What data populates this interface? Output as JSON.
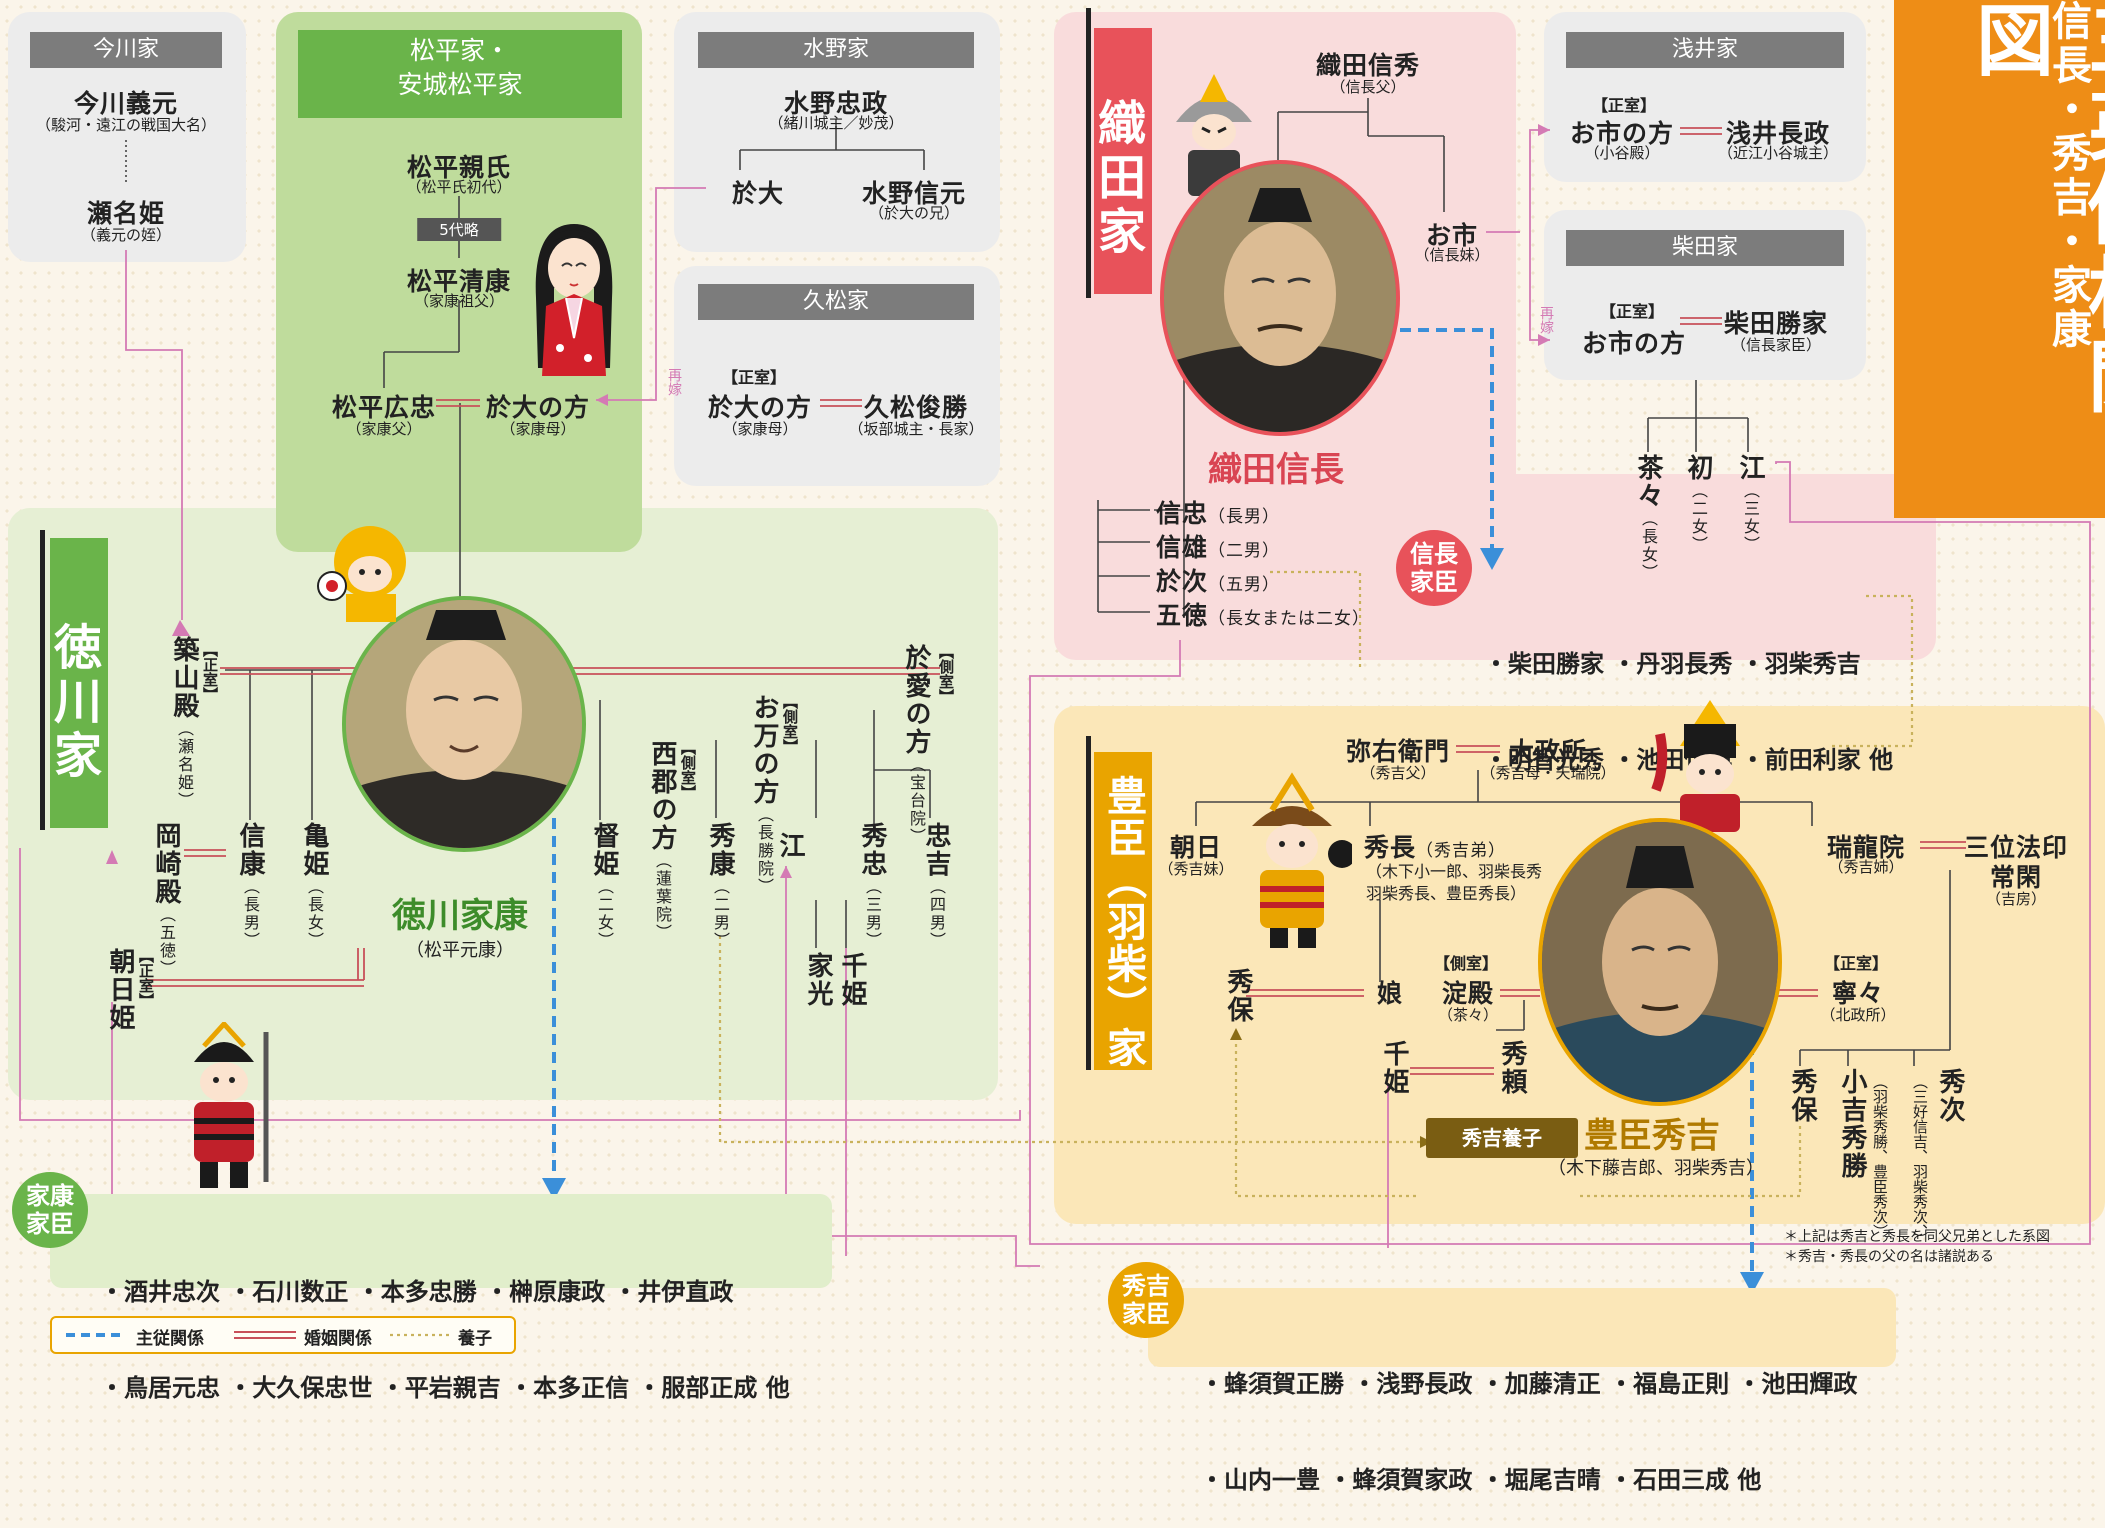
{
  "title": {
    "main": "三英傑相関図",
    "sub": "信長・秀吉・家康"
  },
  "imagawa": {
    "header": "今川家",
    "yoshimoto": "今川義元",
    "yoshimoto_note": "（駿河・遠江の戦国大名）",
    "sena": "瀬名姫",
    "sena_note": "（義元の姪）"
  },
  "matsudaira": {
    "header_l1": "松平家・",
    "header_l2": "安城松平家",
    "chikauji": "松平親氏",
    "chikauji_note": "（松平氏初代）",
    "gen": "5代略",
    "kiyoyasu": "松平清康",
    "kiyoyasu_note": "（家康祖父）",
    "hirotada": "松平広忠",
    "hirotada_note": "（家康父）",
    "odai": "於大の方",
    "odai_note": "（家康母）"
  },
  "mizuno": {
    "header": "水野家",
    "tadamasa": "水野忠政",
    "tadamasa_note": "（緒川城主／妙茂）",
    "odai": "於大",
    "nobumoto": "水野信元",
    "nobumoto_note": "（於大の兄）"
  },
  "hisamatsu": {
    "header": "久松家",
    "seishitsu": "【正室】",
    "odai": "於大の方",
    "odai_note": "（家康母）",
    "toshikatsu": "久松俊勝",
    "toshikatsu_note": "（坂部城主・長家）",
    "saika": "再嫁"
  },
  "tokugawa": {
    "banner": "徳川家",
    "name": "徳川家康",
    "name_sub": "（松平元康）",
    "tsukiyama": "築山殿",
    "tsukiyama_note": "（瀬名姫）",
    "tsukiyama_tag": "【正室】",
    "nobuyasu": "信康",
    "nobuyasu_note": "（長男）",
    "okazaki": "岡崎殿",
    "okazaki_note": "（五徳）",
    "kamehime": "亀姫",
    "kamehime_note": "（長女）",
    "asahi": "朝日姫",
    "asahi_tag": "【正室】",
    "tokuhime": "督姫",
    "tokuhime_note": "（二女）",
    "nishigori": "西郡の方",
    "nishigori_note": "（蓮葉院）",
    "nishigori_tag": "【側室】",
    "hideyasu": "秀康",
    "hideyasu_note": "（二男）",
    "omanno": "お万の方",
    "omanno_note": "（長勝院）",
    "omanno_tag": "【側室】",
    "go": "江",
    "hidetada": "秀忠",
    "hidetada_note": "（三男）",
    "iemitsu": "家光",
    "senhime": "千姫",
    "oai": "於愛の方",
    "oai_note": "（宝台院）",
    "oai_tag": "【側室】",
    "tadayoshi": "忠吉",
    "tadayoshi_note": "（四男）"
  },
  "oda": {
    "banner": "織田家",
    "name": "織田信長",
    "nobuhide": "織田信秀",
    "nobuhide_note": "（信長父）",
    "oichi": "お市",
    "oichi_note": "（信長妹）",
    "children": [
      {
        "name": "信忠",
        "note": "（長男）"
      },
      {
        "name": "信雄",
        "note": "（二男）"
      },
      {
        "name": "於次",
        "note": "（五男）"
      },
      {
        "name": "五徳",
        "note": "（長女または二女）"
      }
    ]
  },
  "azai": {
    "header": "浅井家",
    "seishitsu": "【正室】",
    "oichi": "お市の方",
    "oichi_note": "（小谷殿）",
    "nagamasa": "浅井長政",
    "nagamasa_note": "（近江小谷城主）",
    "saika": "再嫁"
  },
  "shibata": {
    "header": "柴田家",
    "seishitsu": "【正室】",
    "oichi": "お市の方",
    "katsuie": "柴田勝家",
    "katsuie_note": "（信長家臣）",
    "chacha": "茶々",
    "chacha_note": "（長女）",
    "hatsu": "初",
    "hatsu_note": "（二女）",
    "go": "江",
    "go_note": "（三女）"
  },
  "toyotomi": {
    "banner": "豊臣（羽柴）家",
    "name": "豊臣秀吉",
    "name_sub": "（木下藤吉郎、羽柴秀吉）",
    "yaemon": "弥右衛門",
    "yaemon_note": "（秀吉父）",
    "omandokoro": "大政所",
    "omandokoro_note": "（秀吉母・天瑞院）",
    "asahi": "朝日",
    "asahi_note": "（秀吉妹）",
    "hidenaga": "秀長",
    "hidenaga_note1": "（秀吉弟）",
    "hidenaga_note2": "（木下小一郎、羽柴長秀",
    "hidenaga_note3": "羽柴秀長、豊臣秀長）",
    "hideyasu": "秀保",
    "musume": "娘",
    "yodo": "淀殿",
    "yodo_note": "（茶々）",
    "yodo_tag": "【側室】",
    "senhime": "千姫",
    "hideyori": "秀頼",
    "nene": "寧々",
    "nene_note": "（北政所）",
    "nene_tag": "【正室】",
    "zuiryuin": "瑞龍院",
    "zuiryuin_note": "（秀吉姉）",
    "sanmi": "三位法印",
    "sanmi2": "常閑",
    "sanmi_note": "（吉房）",
    "hideyasu2": "秀保",
    "kobayakawa": "小吉秀勝",
    "kobayakawa_note": "（羽柴秀勝、豊臣秀次）",
    "hidetsugu": "秀次",
    "hidetsugu_note": "（三好信吉、羽柴秀次、）",
    "yoshi": "秀吉養子"
  },
  "retainers": {
    "ieyasu": {
      "label": "家康家臣",
      "line1": "・酒井忠次 ・石川数正 ・本多忠勝 ・榊原康政 ・井伊直政",
      "line2": "・鳥居元忠 ・大久保忠世 ・平岩親吉 ・本多正信 ・服部正成 他"
    },
    "nobunaga": {
      "label": "信長家臣",
      "line1": "・柴田勝家 ・丹羽長秀 ・羽柴秀吉",
      "line2": "・明智光秀 ・池田恒興 ・前田利家 他"
    },
    "hideyoshi": {
      "label": "秀吉家臣",
      "line1": "・蜂須賀正勝 ・浅野長政 ・加藤清正 ・福島正則 ・池田輝政",
      "line2": "・山内一豊 ・蜂須賀家政 ・堀尾吉晴 ・石田三成 他"
    }
  },
  "notes": [
    "＊上記は秀吉と秀長を同父兄弟とした系図",
    "＊秀吉・秀長の父の名は諸説ある"
  ],
  "legend": {
    "master": "主従関係",
    "marriage": "婚姻関係",
    "adopt": "養子"
  },
  "colors": {
    "tokugawa": "#6ab44a",
    "oda": "#e8525a",
    "toyotomi": "#e9a400",
    "marriage": "#c8505a",
    "master": "#3b8fd9",
    "adopt": "#c9b25c",
    "lineage": "#555555",
    "link": "#d47ab4"
  }
}
